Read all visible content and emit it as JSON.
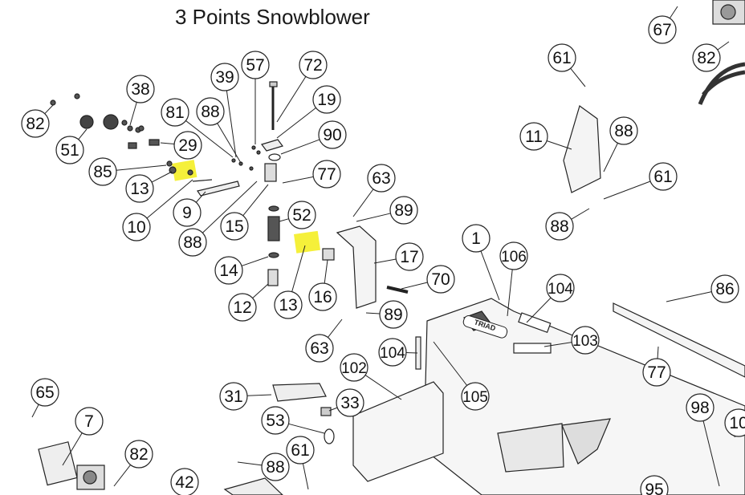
{
  "title": "3 Points Snowblower",
  "highlight_color": "#f5f03a",
  "callouts": [
    "67",
    "82",
    "57",
    "72",
    "39",
    "61",
    "38",
    "19",
    "81",
    "88",
    "90",
    "82",
    "88",
    "11",
    "51",
    "29",
    "85",
    "77",
    "63",
    "61",
    "13",
    "89",
    "52",
    "10",
    "9",
    "88",
    "15",
    "88",
    "17",
    "1",
    "106",
    "14",
    "70",
    "86",
    "104",
    "12",
    "13",
    "16",
    "89",
    "103",
    "63",
    "104",
    "77",
    "102",
    "105",
    "65",
    "31",
    "33",
    "7",
    "98",
    "10",
    "53",
    "82",
    "61",
    "88",
    "42",
    "95"
  ],
  "logo": "TRIAD"
}
